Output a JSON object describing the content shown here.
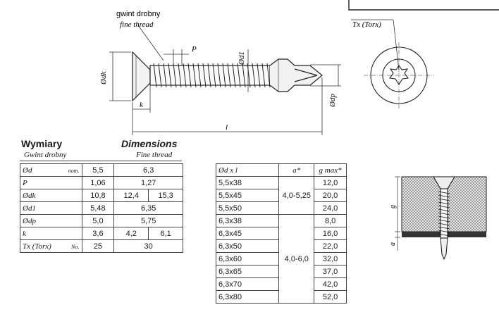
{
  "drawing": {
    "thread_note_pl": "gwint drobny",
    "thread_note_en": "fine thread",
    "label_p": "P",
    "label_dk": "Ødk",
    "label_d1": "Ød1",
    "label_dp": "Ødp",
    "label_k": "k",
    "label_l": "l",
    "torx_label": "Tx (Torx)",
    "label_g": "g",
    "label_a": "a"
  },
  "headings": {
    "wymiary": "Wymiary",
    "dimensions": "Dimensions",
    "gwint": "Gwint drobny",
    "fine": "Fine thread"
  },
  "table1": {
    "rows": [
      {
        "name": "Ød",
        "suffix": "nom.",
        "v1": "5,5",
        "v2": "6,3"
      },
      {
        "name": "P",
        "v1": "1,06",
        "v2": "1,27"
      },
      {
        "name": "Ødk",
        "v1": "10,8",
        "v2a": "12,4",
        "v2b": "15,3"
      },
      {
        "name": "Ød1",
        "v1": "5,48",
        "v2": "6,35"
      },
      {
        "name": "Ødp",
        "v1": "5,0",
        "v2": "5,75"
      },
      {
        "name": "k",
        "v1": "3,6",
        "v2a": "4,2",
        "v2b": "6,1"
      },
      {
        "name": "Tx (Torx)",
        "suffix": "No.",
        "v1": "25",
        "v2": "30"
      }
    ]
  },
  "table2": {
    "header": {
      "c1": "Ød x l",
      "c2": "a*",
      "c3": "g max*"
    },
    "group1_a": "4,0-5,25",
    "group2_a": "4,0-6,0",
    "rows": [
      {
        "size": "5,5x38",
        "g": "12,0"
      },
      {
        "size": "5,5x45",
        "g": "20,0"
      },
      {
        "size": "5,5x50",
        "g": "24,0"
      },
      {
        "size": "6,3x38",
        "g": "8,0"
      },
      {
        "size": "6,3x45",
        "g": "16,0"
      },
      {
        "size": "6,3x50",
        "g": "22,0"
      },
      {
        "size": "6,3x60",
        "g": "32,0"
      },
      {
        "size": "6,3x65",
        "g": "37,0"
      },
      {
        "size": "6,3x70",
        "g": "42,0"
      },
      {
        "size": "6,3x80",
        "g": "52,0"
      }
    ]
  }
}
